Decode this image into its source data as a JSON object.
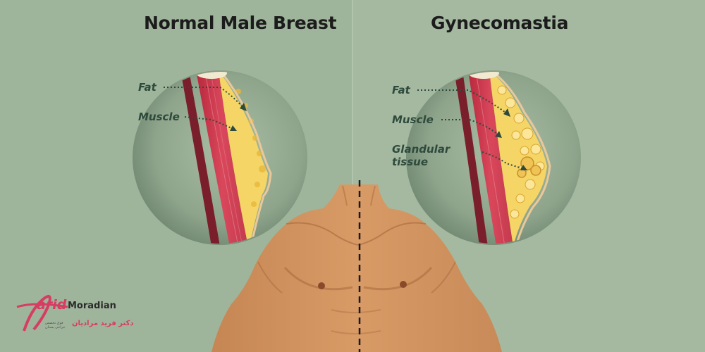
{
  "titles": {
    "left": "Normal Male Breast",
    "right": "Gynecomastia"
  },
  "labels": {
    "left": {
      "fat": "Fat",
      "muscle": "Muscle"
    },
    "right": {
      "fat": "Fat",
      "muscle": "Muscle",
      "glandular_1": "Glandular",
      "glandular_2": "tissue"
    }
  },
  "logo": {
    "name_first": "arid",
    "name_last": "Moradian",
    "persian_name": "دکتر فرید مرادیان",
    "subtitle": "فوق تخصص جراحی پستان"
  },
  "colors": {
    "background_left": "#9fb59b",
    "background_right": "#a5b9a1",
    "muscle": "#c8344a",
    "fat": "#f2cf52",
    "skin": "#d49763",
    "label": "#2e4a3c",
    "brand": "#d63d63"
  }
}
